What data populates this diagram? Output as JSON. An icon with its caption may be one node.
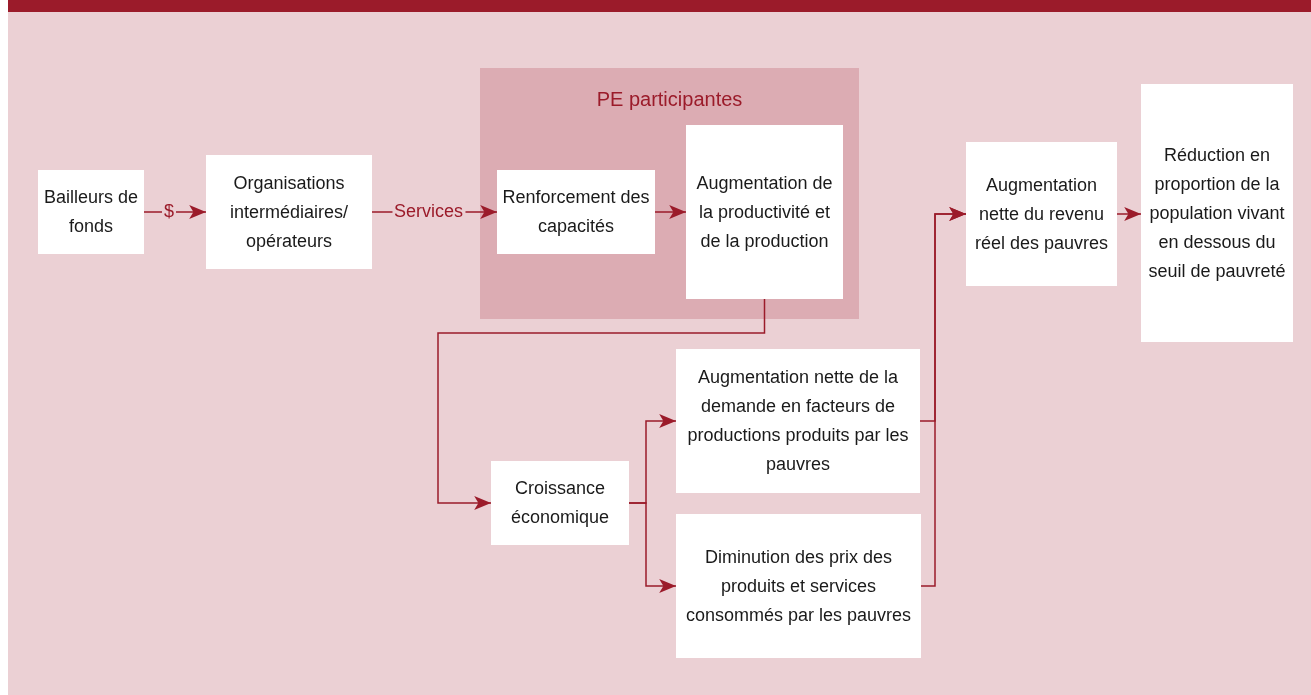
{
  "diagram": {
    "nodes": [
      {
        "text": [
          "Bailleurs de fonds"
        ]
      },
      {
        "text": [
          "Organisations intermédiaires/ opérateurs"
        ]
      },
      {
        "text": [
          "PE participantes"
        ]
      },
      {
        "text": [
          "Renforcement des capacités"
        ],
        "in": 2
      },
      {
        "text": [
          "Augmentation de la productivité et de la production"
        ],
        "in": 2
      },
      {
        "text": [
          "Croissance économique"
        ]
      },
      {
        "text": [
          "Augmentation nette de la demande en facteurs de productions produits par les pauvres"
        ]
      },
      {
        "text": [
          "Diminution des prix des produits et services consommés par les pauvres"
        ]
      },
      {
        "text": [
          "Augmentation nette du revenu réel des pauvres"
        ]
      },
      {
        "text": [
          "Réduction en proportion de la population vivant en dessous du seuil de pauvreté"
        ]
      }
    ],
    "edges": [
      {
        "from": 0,
        "to": 1,
        "arrow": "to",
        "label": "$"
      },
      {
        "from": 1,
        "to": 3,
        "arrow": "to",
        "label": "Services"
      },
      {
        "from": 3,
        "to": 4,
        "arrow": "to"
      },
      {
        "from": 4,
        "to": 5,
        "arrow": "to"
      },
      {
        "from": 5,
        "to": 6,
        "arrow": "to"
      },
      {
        "from": 5,
        "to": 7,
        "arrow": "to"
      },
      {
        "from": 6,
        "to": 8,
        "arrow": "to"
      },
      {
        "from": 7,
        "to": 8,
        "arrow": "to"
      },
      {
        "from": 8,
        "to": 9,
        "arrow": "to"
      }
    ]
  }
}
